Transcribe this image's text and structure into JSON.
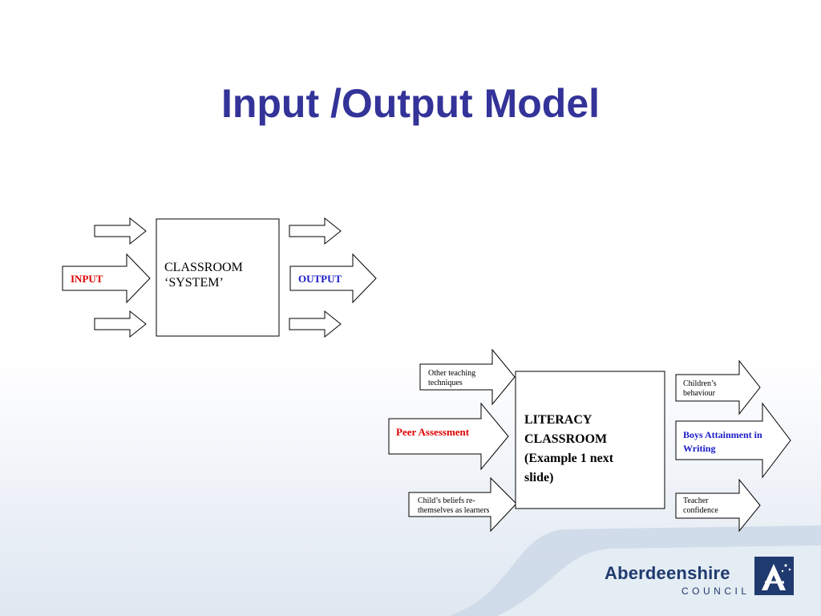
{
  "title": "Input /Output Model",
  "diagram1": {
    "input_label": "INPUT",
    "system_line1": "CLASSROOM",
    "system_line2": "‘SYSTEM’",
    "output_label": "OUTPUT"
  },
  "diagram2": {
    "input_top": "Other teaching techniques",
    "input_middle": "Peer Assessment",
    "input_bottom": "Child’s beliefs re- themselves as learners",
    "system_line1": "LITERACY",
    "system_line2": "CLASSROOM",
    "system_line3": "(Example 1 next",
    "system_line4": "slide)",
    "output_top": "Children’s behaviour",
    "output_middle": "Boys Attainment in Writing",
    "output_bottom": "Teacher confidence"
  },
  "logo": {
    "name": "Aberdeenshire",
    "sub": "COUNCIL"
  },
  "colors": {
    "title": "#333399",
    "input_red": "#e00000",
    "output_blue": "#1a1ac8",
    "logo_navy": "#1f3a6e",
    "swoosh": "#c9d6e6"
  }
}
